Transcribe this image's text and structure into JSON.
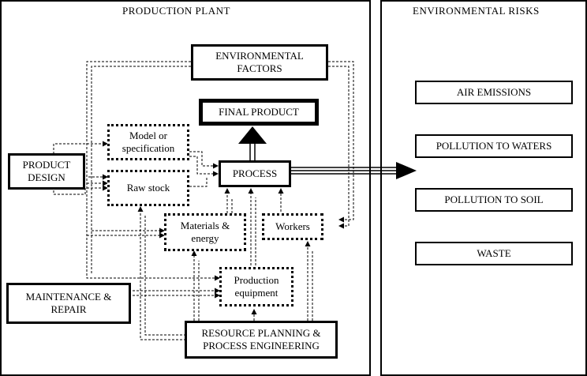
{
  "panels": {
    "production_plant": "PRODUCTION PLANT",
    "environmental_risks": "ENVIRONMENTAL RISKS"
  },
  "boxes": {
    "environmental_factors": "ENVIRONMENTAL FACTORS",
    "final_product": "FINAL PRODUCT",
    "product_design": "PRODUCT DESIGN",
    "model_spec": "Model or specification",
    "raw_stock": "Raw stock",
    "process": "PROCESS",
    "materials_energy": "Materials & energy",
    "workers": "Workers",
    "production_equipment": "Production equipment",
    "maintenance_repair": "MAINTENANCE & REPAIR",
    "resource_planning": "RESOURCE PLANNING & PROCESS ENGINEERING"
  },
  "risks": [
    "AIR EMISSIONS",
    "POLLUTION TO WATERS",
    "POLLUTION TO SOIL",
    "WASTE"
  ]
}
